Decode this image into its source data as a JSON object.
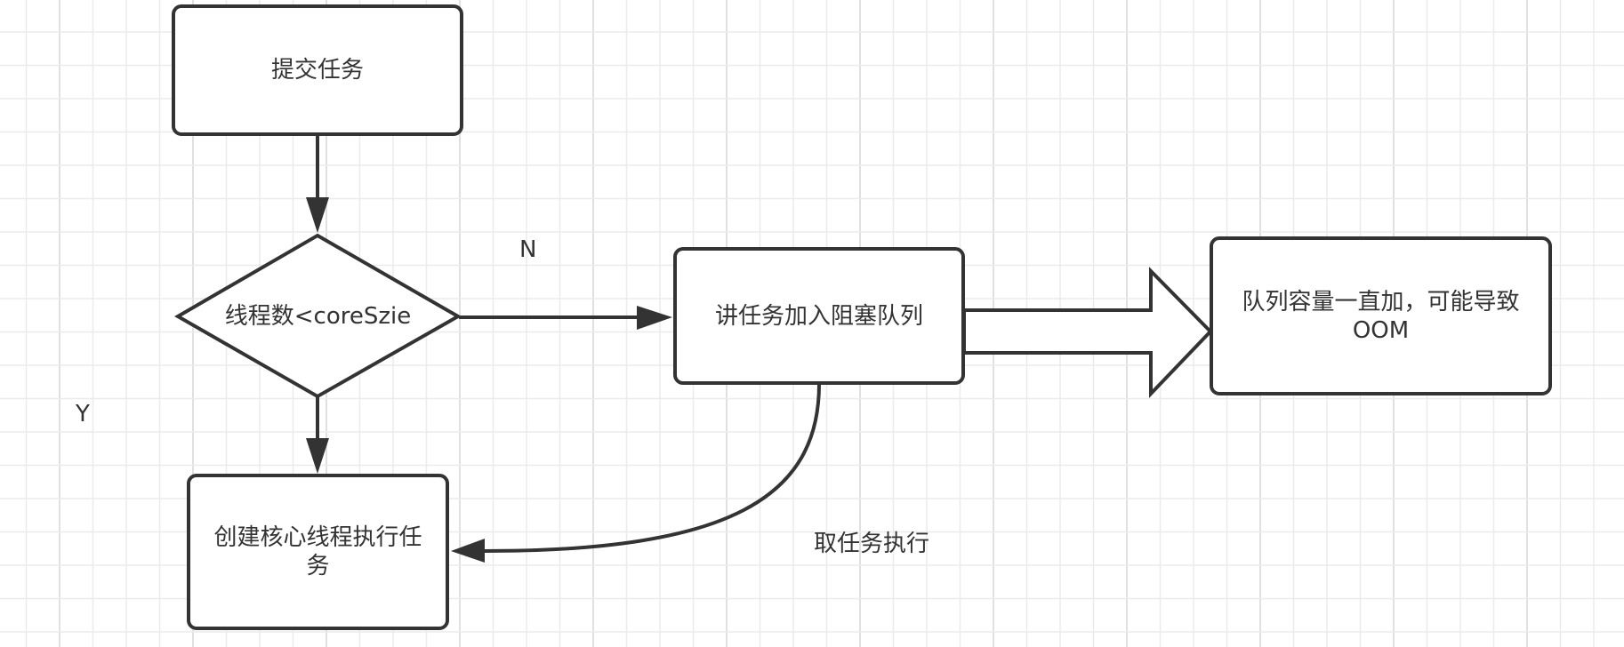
{
  "diagram": {
    "type": "flowchart",
    "nodes": {
      "submit": {
        "text": "提交任务",
        "shape": "rounded-rect"
      },
      "decision": {
        "text": "线程数<coreSzie",
        "shape": "diamond"
      },
      "enqueue": {
        "text": "讲任务加入阻塞队列",
        "shape": "rounded-rect"
      },
      "oom": {
        "text": "队列容量一直加，可能导致OOM",
        "shape": "rounded-rect"
      },
      "create_core": {
        "text": "创建核心线程执行任务",
        "shape": "rounded-rect"
      }
    },
    "edges": [
      {
        "from": "submit",
        "to": "decision",
        "label": ""
      },
      {
        "from": "decision",
        "to": "enqueue",
        "label": "N"
      },
      {
        "from": "decision",
        "to": "create_core",
        "label": "Y"
      },
      {
        "from": "enqueue",
        "to": "oom",
        "label": "",
        "style": "block-arrow"
      },
      {
        "from": "enqueue",
        "to": "create_core",
        "label": "取任务执行",
        "style": "curved"
      }
    ],
    "labels": {
      "no": "N",
      "yes": "Y",
      "take_task": "取任务执行"
    },
    "colors": {
      "stroke": "#333333",
      "text": "#333333",
      "grid": "#ebebeb",
      "grid_major": "#e0e0e0",
      "background": "#ffffff"
    }
  }
}
